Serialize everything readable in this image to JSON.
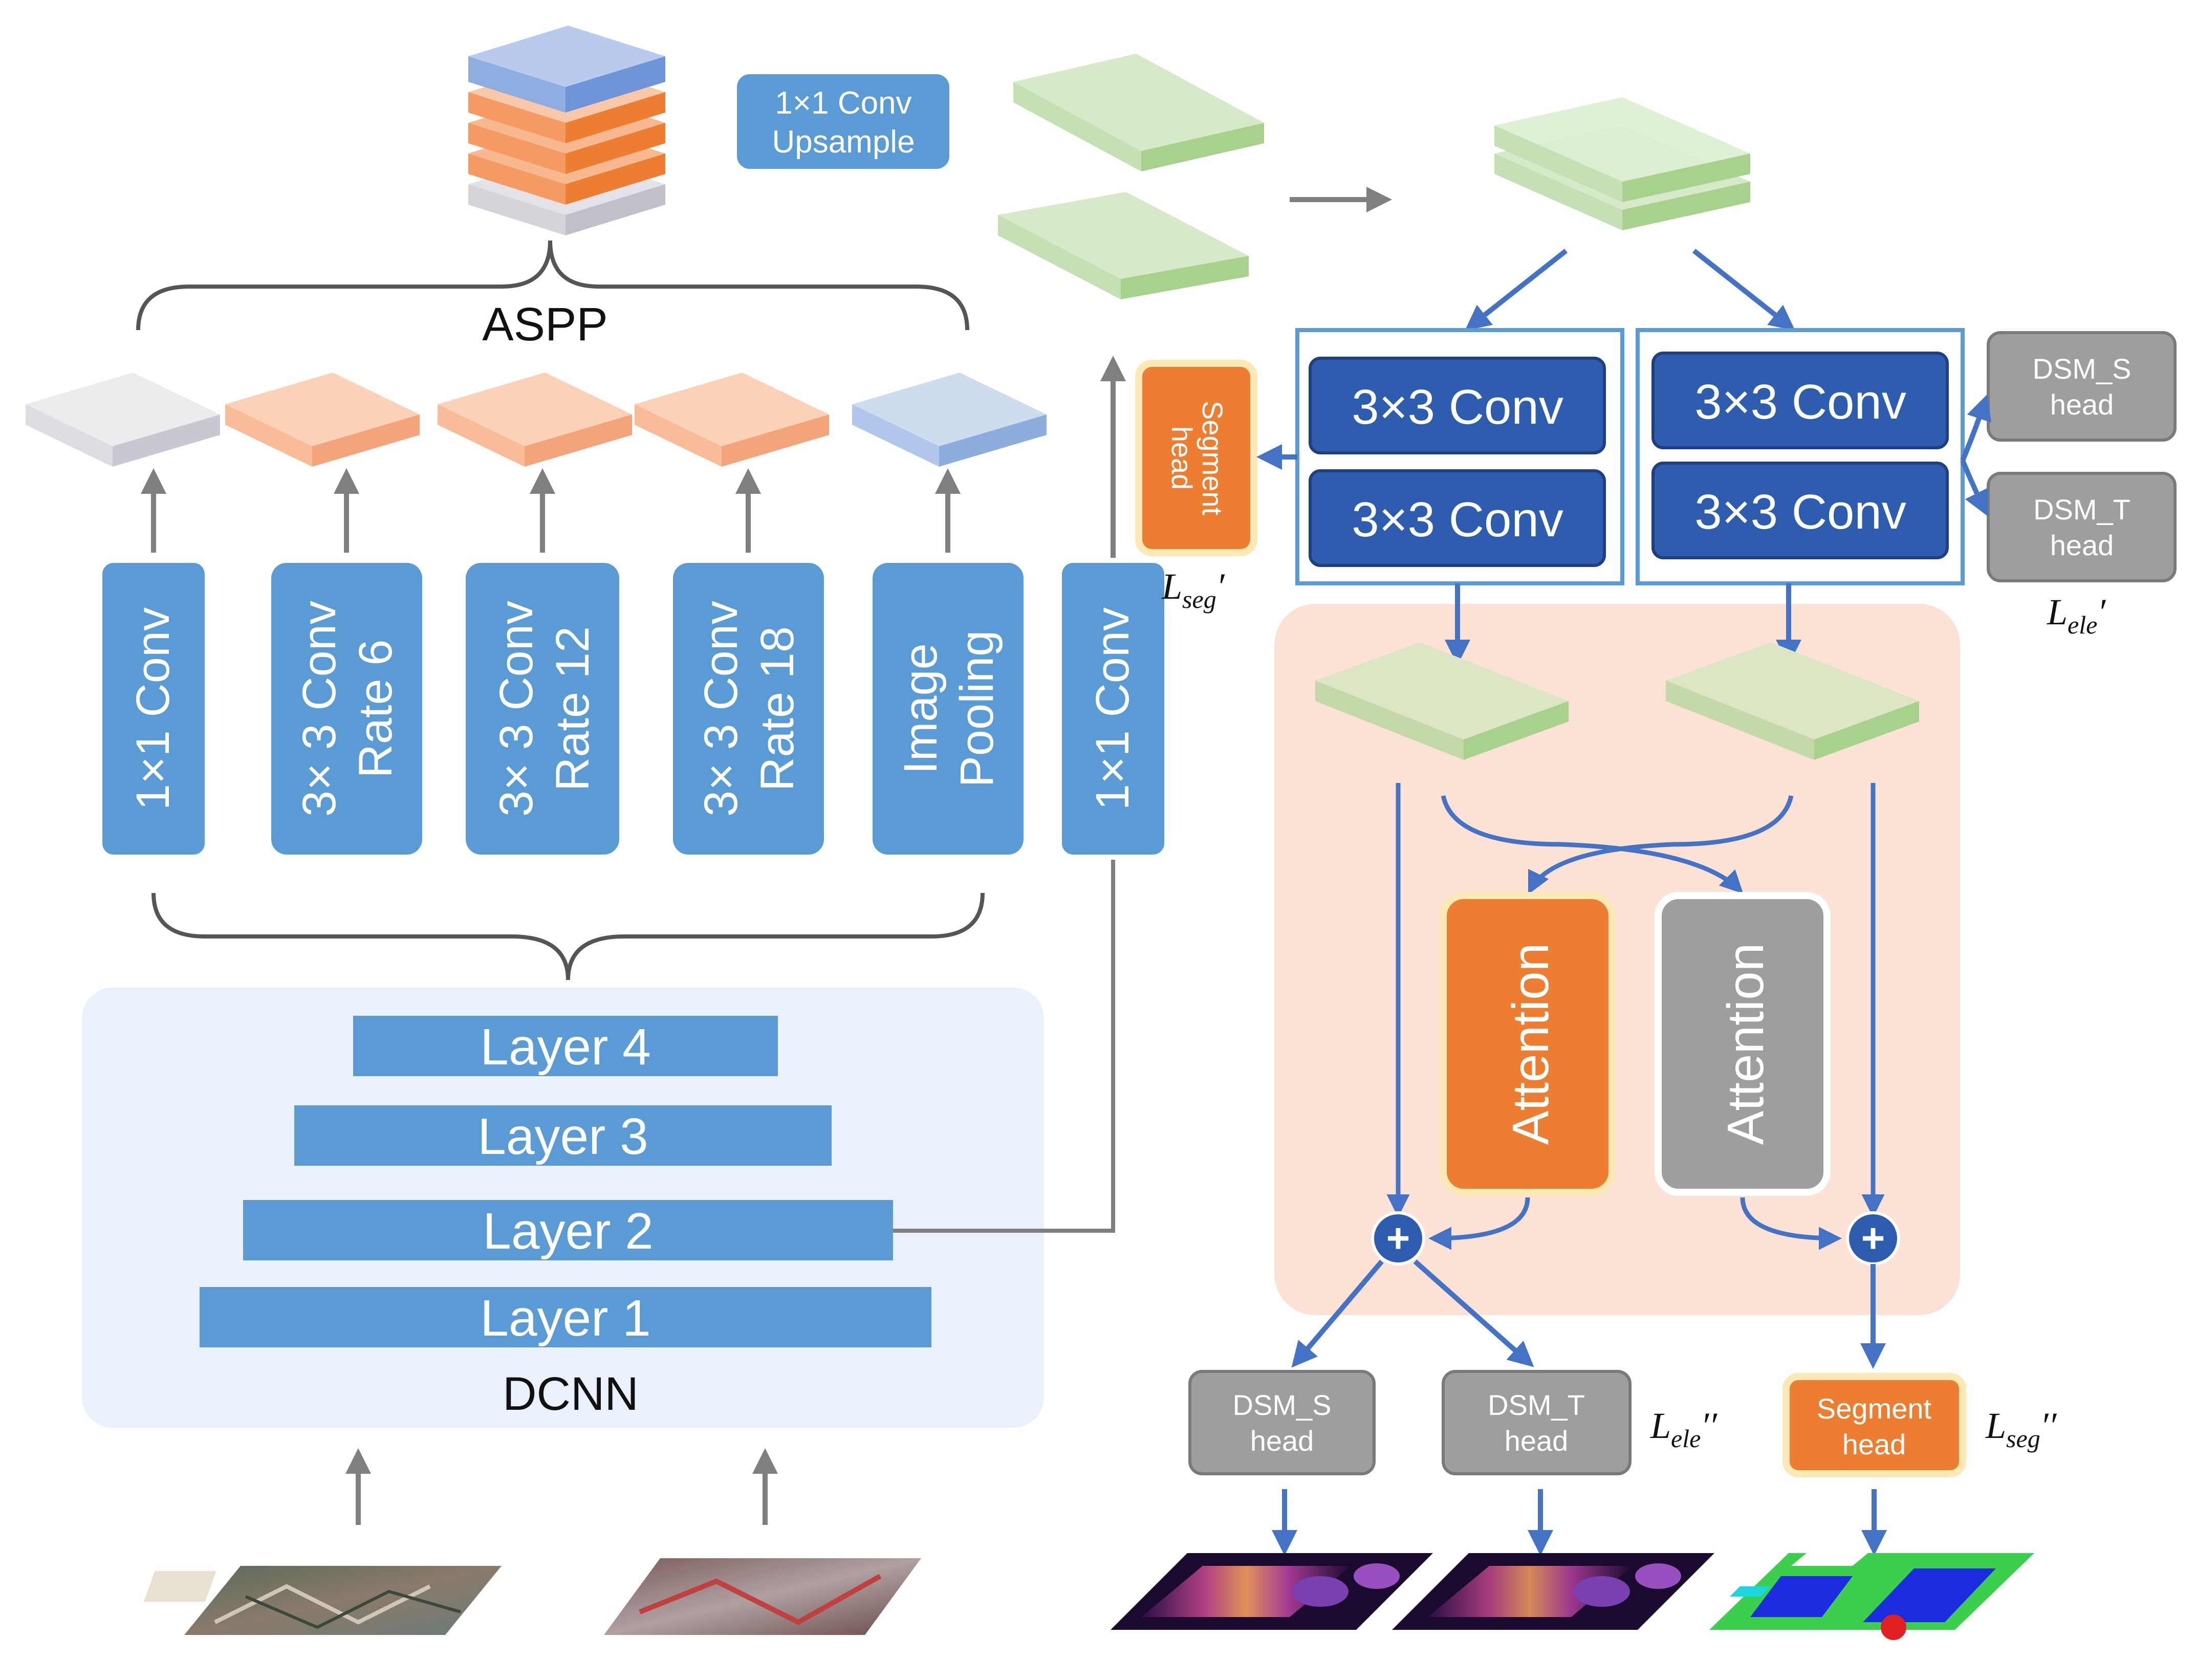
{
  "aspp": {
    "label": "ASPP",
    "upsample_line1": "1×1 Conv",
    "upsample_line2": "Upsample",
    "branches": [
      {
        "line1": "1×1 Conv",
        "line2": ""
      },
      {
        "line1": "3× 3 Conv",
        "line2": "Rate 6"
      },
      {
        "line1": "3× 3 Conv",
        "line2": "Rate 12"
      },
      {
        "line1": "3× 3 Conv",
        "line2": "Rate 18"
      },
      {
        "line1": "Image",
        "line2": "Pooling"
      }
    ],
    "skip_conv": "1×1 Conv"
  },
  "dcnn": {
    "label": "DCNN",
    "layers": [
      "Layer 4",
      "Layer 3",
      "Layer 2",
      "Layer 1"
    ]
  },
  "decoder": {
    "conv_label": "3×3 Conv",
    "segment_head_line1": "Segment",
    "segment_head_line2": "head",
    "dsm_s_line1": "DSM_S",
    "dsm_t_line1": "DSM_T",
    "head_word": "head",
    "attention": "Attention",
    "plus": "+"
  },
  "losses": {
    "l_seg_prime_base": "L",
    "l_seg_prime_sub": "seg",
    "l_seg_prime_mark": "′",
    "l_ele_prime_base": "L",
    "l_ele_prime_sub": "ele",
    "l_ele_prime_mark": "′",
    "l_ele_dprime_mark": "′′",
    "l_seg_dprime_mark": "′′"
  },
  "colors": {
    "conv_blue": "#5b9bd5",
    "dark_blue": "#2e5caf",
    "orange": "#ed7d31",
    "gray": "#9e9e9e",
    "green_feature": "#c5e0b4",
    "attention_bg": "#fbe2d5",
    "dcnn_bg": "#eaf1fa",
    "arrow_blue": "#4472c4",
    "arrow_gray": "#7f7f7f"
  }
}
